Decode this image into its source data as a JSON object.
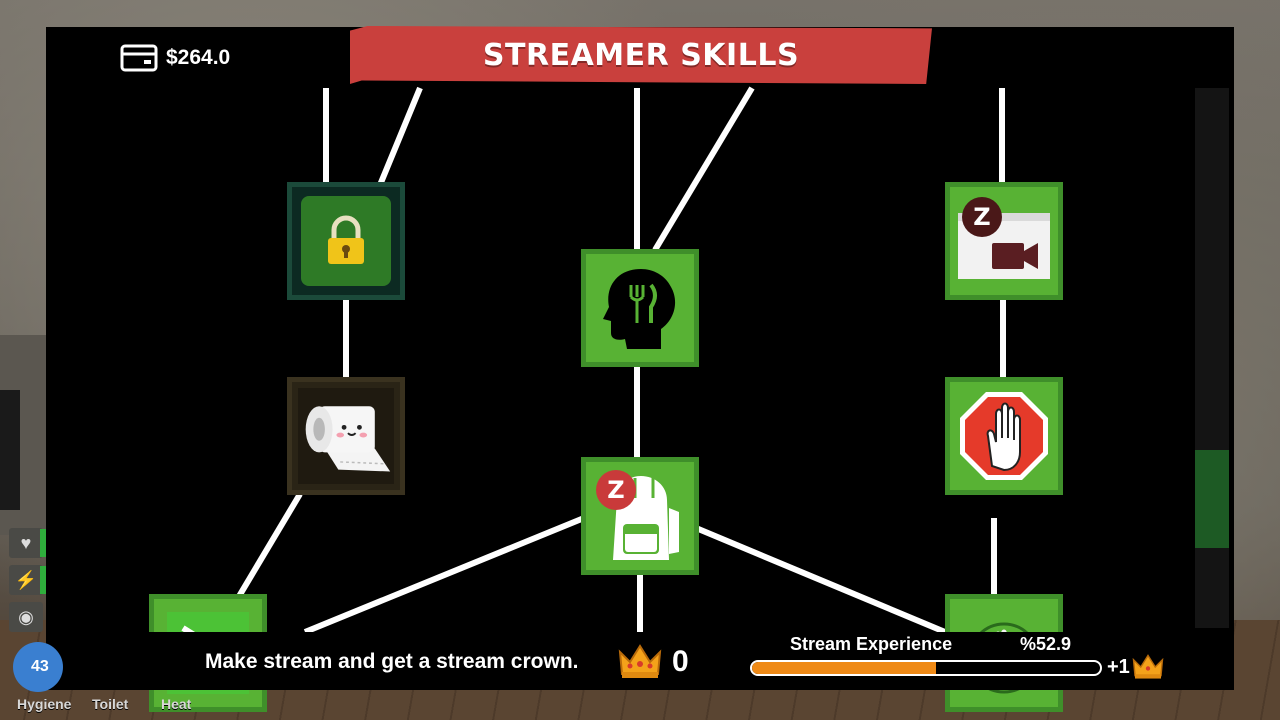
{
  "header": {
    "title": "STREAMER SKILLS",
    "money": "$264.0",
    "money_icon": "card-icon"
  },
  "skills": [
    {
      "name": "locked-skill",
      "icon": "lock-icon",
      "state": "locked"
    },
    {
      "name": "toilet-paper-skill",
      "icon": "toilet-paper-icon",
      "state": "unavailable"
    },
    {
      "name": "food-mind-skill",
      "icon": "head-fork-knife-icon",
      "state": "unlocked"
    },
    {
      "name": "backpack-skill",
      "icon": "backpack-icon",
      "state": "unlocked",
      "badge": "Z"
    },
    {
      "name": "video-stream-skill",
      "icon": "video-camera-icon",
      "state": "unlocked",
      "badge": "Z"
    },
    {
      "name": "stop-hand-skill",
      "icon": "stop-hand-icon",
      "state": "unlocked"
    },
    {
      "name": "terminal-skill",
      "icon": "terminal-icon",
      "state": "unlocked"
    },
    {
      "name": "hand-skill",
      "icon": "hand-icon",
      "state": "unlocked"
    }
  ],
  "footer": {
    "hint": "Make stream and get a stream crown.",
    "crown_count": "0",
    "crown_icon": "crown-icon",
    "xp_label": "Stream Experience",
    "xp_percent_text": "%52.9",
    "xp_progress": 0.529,
    "xp_reward": "+1"
  },
  "hud": {
    "circle_value": "43",
    "labels": [
      "Hygiene",
      "Toilet",
      "Heat"
    ],
    "icons": [
      "heart-icon",
      "energy-icon",
      "food-icon"
    ]
  },
  "colors": {
    "banner": "#c9403d",
    "node_green": "#58b234",
    "xp_orange": "#ef8a17",
    "badge_red": "#c93a3a"
  }
}
